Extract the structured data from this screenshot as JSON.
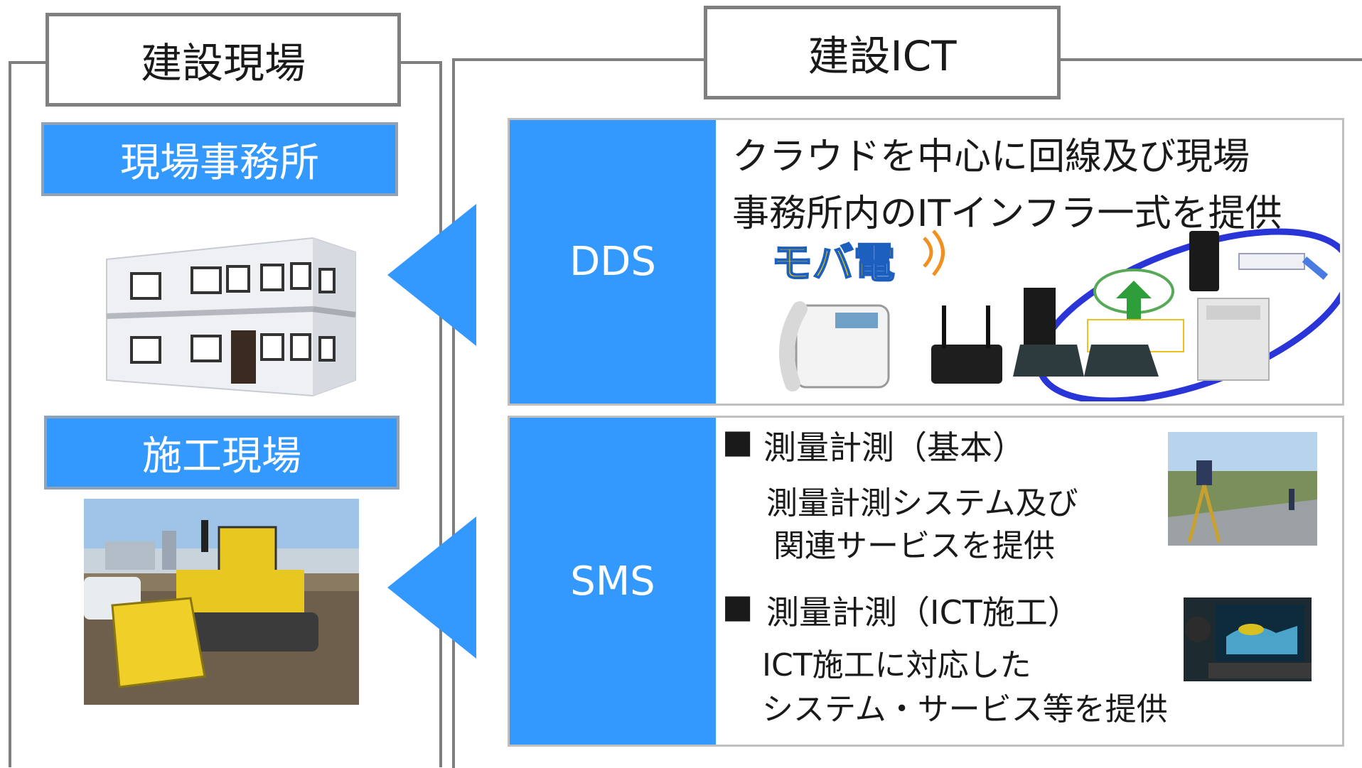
{
  "left": {
    "title": "建設現場",
    "office_label": "現場事務所",
    "site_label": "施工現場"
  },
  "right": {
    "title": "建設ICT",
    "dds": {
      "tab": "DDS",
      "line1": "クラウドを中心に回線及び現場",
      "line2": "事務所内のITインフラ一式を提供",
      "logo_text": "モバ電"
    },
    "sms": {
      "tab": "SMS",
      "item1_marker": "■",
      "item1_title": "測量計測（基本）",
      "item1_line1": "測量計測システム及び",
      "item1_line2": "関連サービスを提供",
      "item2_marker": "■",
      "item2_title": "測量計測（ICT施工）",
      "item2_line1": "ICT施工に対応した",
      "item2_line2": "システム・サービス等を提供"
    }
  },
  "colors": {
    "accent": "#3399ff",
    "frame": "#7f7f7f"
  }
}
